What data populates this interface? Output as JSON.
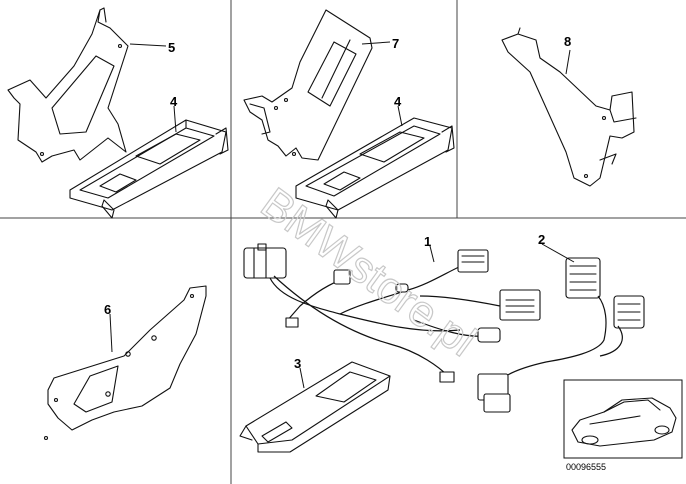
{
  "diagram": {
    "callouts": {
      "p1": "1",
      "p2": "2",
      "p3": "3",
      "p4a": "4",
      "p4b": "4",
      "p5": "5",
      "p6": "6",
      "p7": "7",
      "p8": "8"
    },
    "document_number": "00096555",
    "watermark": "BMWstore.pl",
    "colors": {
      "line": "#111111",
      "divider": "#444444",
      "watermark": "#c8c8c8",
      "background": "#ffffff"
    }
  }
}
